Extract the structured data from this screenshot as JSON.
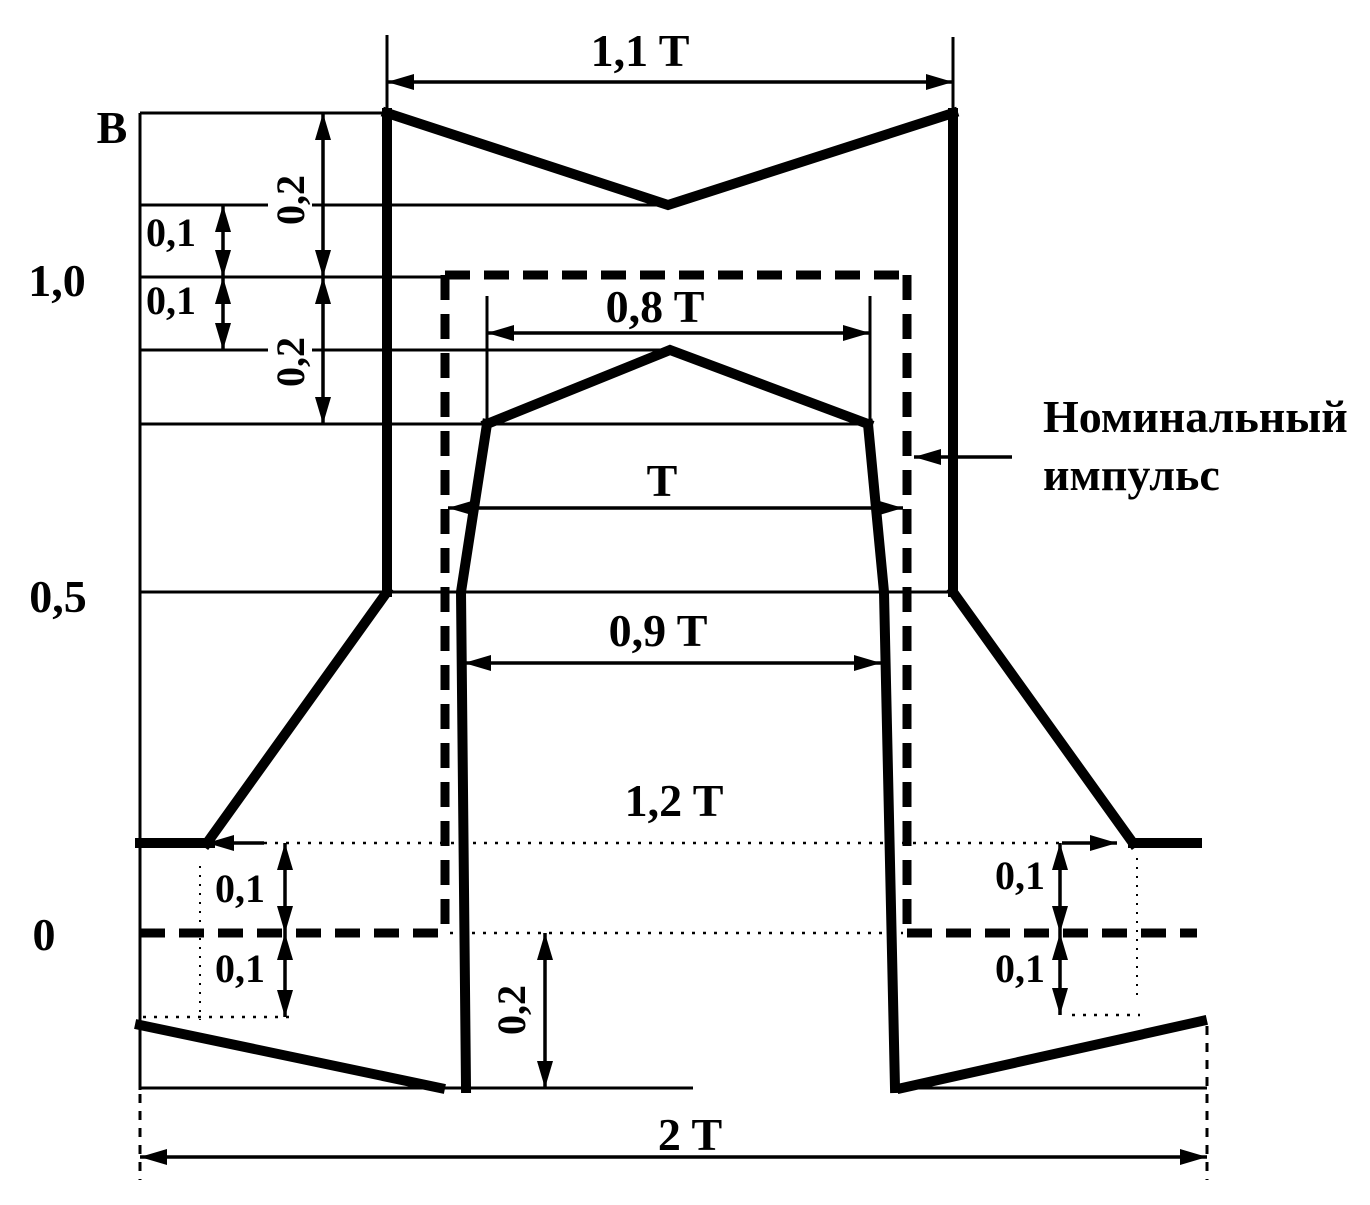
{
  "colors": {
    "ink": "#000000",
    "background": "#ffffff"
  },
  "axis": {
    "amplitude_label": "В",
    "tick_top": "1,0",
    "tick_mid": "0,5",
    "tick_zero": "0"
  },
  "dimensions": {
    "top_width": "1,1 T",
    "peak_width": "0,8 T",
    "nominal_width": "T",
    "mid_width": "0,9 T",
    "base_width": "1,2 T",
    "full_width": "2 T"
  },
  "tolerances": {
    "two_tenths": "0,2",
    "one_tenth": "0,1"
  },
  "annotation": {
    "line1": "Номинальный",
    "line2": "импульс"
  }
}
